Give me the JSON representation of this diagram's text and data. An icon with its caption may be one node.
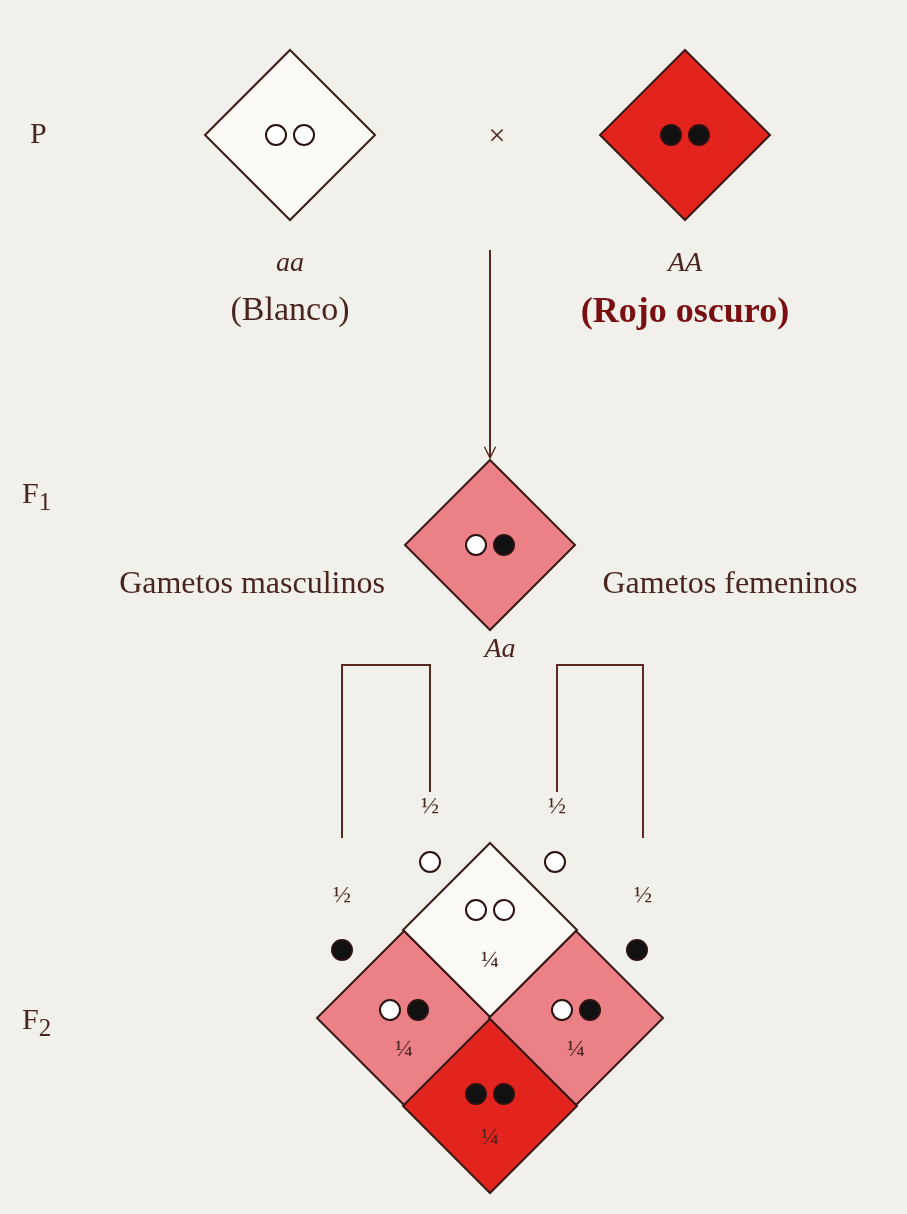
{
  "diagram": {
    "nodes": [
      {
        "text": [],
        "shape": "diamond",
        "beside": [
          "aa",
          "(Blanco)"
        ]
      },
      {
        "text": [],
        "shape": "diamond",
        "beside": [
          "AA",
          "(Rojo oscuro)"
        ]
      },
      {
        "text": [],
        "shape": "diamond",
        "beside": [
          "Aa"
        ]
      },
      {
        "text": [
          "¼"
        ]
      },
      {
        "text": [
          "¼"
        ]
      },
      {
        "text": [
          "¼"
        ]
      },
      {
        "text": [
          "¼"
        ]
      }
    ],
    "edges": [
      {
        "from": null,
        "to": 2,
        "arrow": "to"
      }
    ],
    "labels": [
      "P",
      "×",
      "F$_{1}$",
      "Gametos masculinos",
      "Gametos femeninos",
      "½",
      "½",
      "½",
      "½",
      "F$_{2}$"
    ]
  }
}
